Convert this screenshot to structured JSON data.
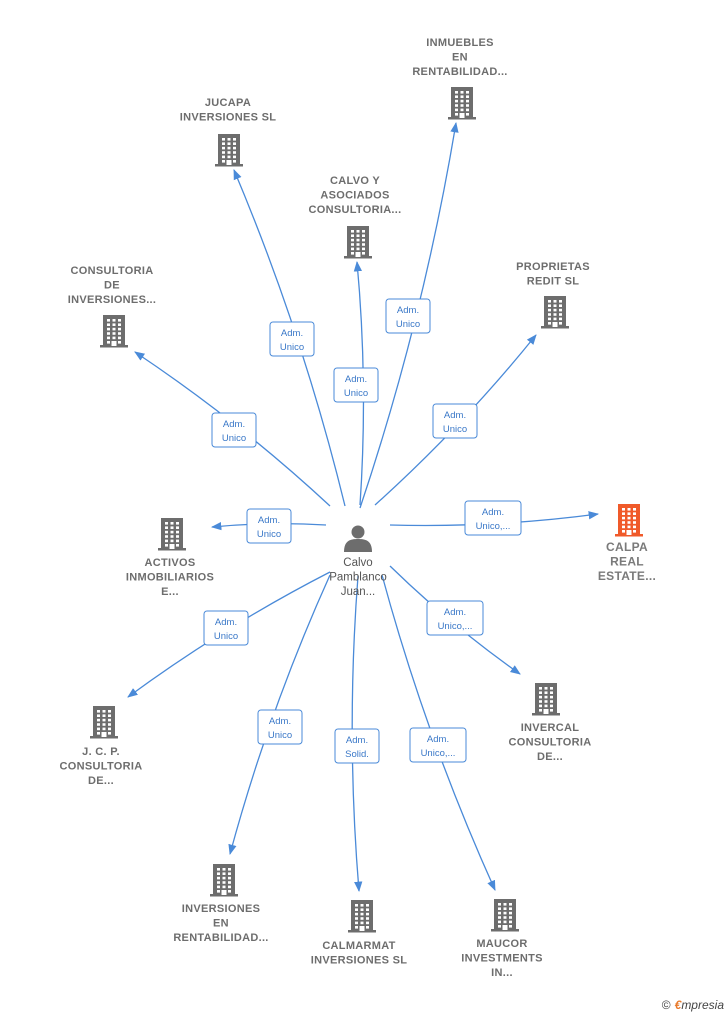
{
  "center": {
    "label_lines": [
      "Calvo",
      "Pamblanco",
      "Juan..."
    ]
  },
  "nodes": [
    {
      "id": "inmuebles",
      "label_lines": [
        "INMUEBLES",
        "EN",
        "RENTABILIDAD..."
      ],
      "badge": [
        "Adm.",
        "Unico"
      ],
      "highlight": false
    },
    {
      "id": "jucapa",
      "label_lines": [
        "JUCAPA",
        "INVERSIONES SL"
      ],
      "badge": [
        "Adm.",
        "Unico"
      ],
      "highlight": false
    },
    {
      "id": "calvo-asociados",
      "label_lines": [
        "CALVO Y",
        "ASOCIADOS",
        "CONSULTORIA..."
      ],
      "badge": [
        "Adm.",
        "Unico"
      ],
      "highlight": false
    },
    {
      "id": "proprietas",
      "label_lines": [
        "PROPRIETAS",
        "REDIT SL"
      ],
      "badge": [
        "Adm.",
        "Unico"
      ],
      "highlight": false
    },
    {
      "id": "consultoria-inv",
      "label_lines": [
        "CONSULTORIA",
        "DE",
        "INVERSIONES..."
      ],
      "badge": [
        "Adm.",
        "Unico"
      ],
      "highlight": false
    },
    {
      "id": "activos",
      "label_lines": [
        "ACTIVOS",
        "INMOBILIARIOS",
        "E..."
      ],
      "badge": [
        "Adm.",
        "Unico"
      ],
      "highlight": false
    },
    {
      "id": "calpa",
      "label_lines": [
        "CALPA",
        "REAL",
        "ESTATE..."
      ],
      "badge": [
        "Adm.",
        "Unico,..."
      ],
      "highlight": true
    },
    {
      "id": "jcp",
      "label_lines": [
        "J.  C. P.",
        "CONSULTORIA",
        "DE..."
      ],
      "badge": [
        "Adm.",
        "Unico"
      ],
      "highlight": false
    },
    {
      "id": "invercal",
      "label_lines": [
        "INVERCAL",
        "CONSULTORIA",
        "DE..."
      ],
      "badge": [
        "Adm.",
        "Unico,..."
      ],
      "highlight": false
    },
    {
      "id": "inversiones-rent",
      "label_lines": [
        "INVERSIONES",
        "EN",
        "RENTABILIDAD..."
      ],
      "badge": [
        "Adm.",
        "Unico"
      ],
      "highlight": false
    },
    {
      "id": "calmarmat",
      "label_lines": [
        "CALMARMAT",
        "INVERSIONES SL"
      ],
      "badge": [
        "Adm.",
        "Solid."
      ],
      "highlight": false
    },
    {
      "id": "maucor",
      "label_lines": [
        "MAUCOR",
        "INVESTMENTS",
        "IN..."
      ],
      "badge": [
        "Adm.",
        "Unico,..."
      ],
      "highlight": false
    }
  ],
  "colors": {
    "edge": "#4a8ad8",
    "building": "#6d6d6d",
    "highlight": "#f05a2a",
    "person": "#6d6d6d"
  },
  "footer": {
    "copyright": "©",
    "brand_first": "€",
    "brand_rest": "mpresia"
  }
}
